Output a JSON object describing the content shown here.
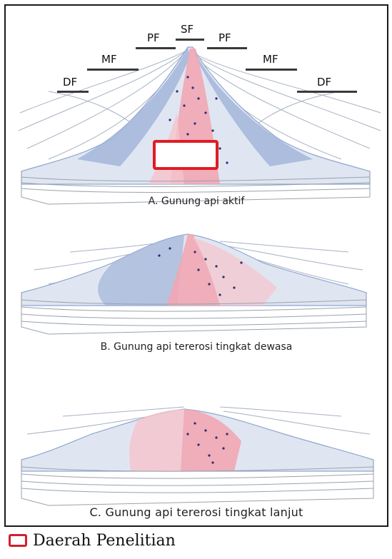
{
  "zones": {
    "sf": "SF",
    "pf_left": "PF",
    "pf_right": "PF",
    "mf_left": "MF",
    "mf_right": "MF",
    "df_left": "DF",
    "df_right": "DF"
  },
  "panels": {
    "a": "A. Gunung api aktif",
    "b": "B. Gunung api tererosi tingkat dewasa",
    "c": "C. Gunung api tererosi tingkat lanjut"
  },
  "legend": {
    "label": "Daerah Penelitian",
    "color": "#d21f2b"
  },
  "colors": {
    "slope_blue": "#8fa6cf",
    "core_pink": "#f2a6b4",
    "dot_dark": "#2a2d6e",
    "stream": "#9aa6b8"
  }
}
